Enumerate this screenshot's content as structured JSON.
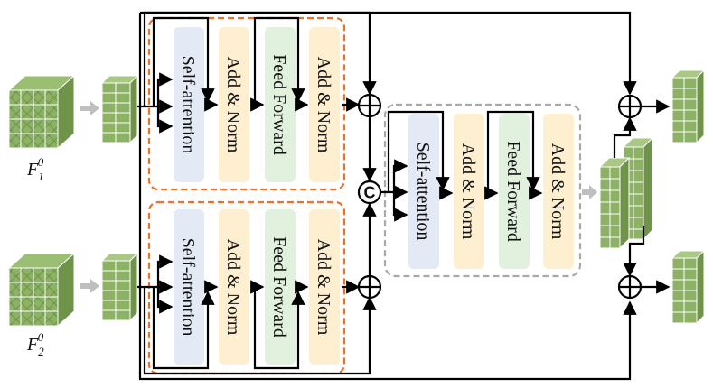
{
  "labels": {
    "self_attention": "Self-attention",
    "add_norm": "Add & Norm",
    "feed_forward": "Feed Forward"
  },
  "inputs": [
    {
      "symbol": "F",
      "sub": "1",
      "sup": "0"
    },
    {
      "symbol": "F",
      "sub": "2",
      "sup": "0"
    }
  ],
  "operators": {
    "concat": "C",
    "add": "+"
  },
  "colors": {
    "self_attention_fill": "#E3EAF6",
    "add_norm_fill": "#FDEFCF",
    "feed_forward_fill": "#E2F0DE",
    "encoder_border_orange": "#E8732A",
    "fusion_border_gray": "#A9A9A9",
    "arrow_gray": "#BFBFBF",
    "cube_green": "#7FA35A"
  }
}
